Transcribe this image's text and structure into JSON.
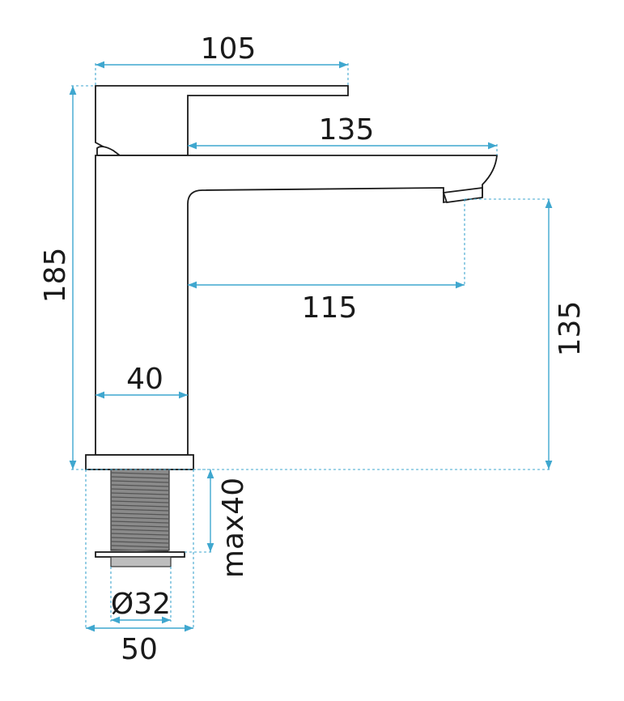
{
  "dimensions": {
    "top_width": "105",
    "spout_length": "135",
    "total_height": "185",
    "spout_reach": "115",
    "outlet_height": "135",
    "body_width": "40",
    "max_countertop": "max40",
    "thread_diameter": "Ø32",
    "base_width": "50"
  },
  "colors": {
    "dimension": "#3fa7cf",
    "outline": "#1a1a1a"
  }
}
